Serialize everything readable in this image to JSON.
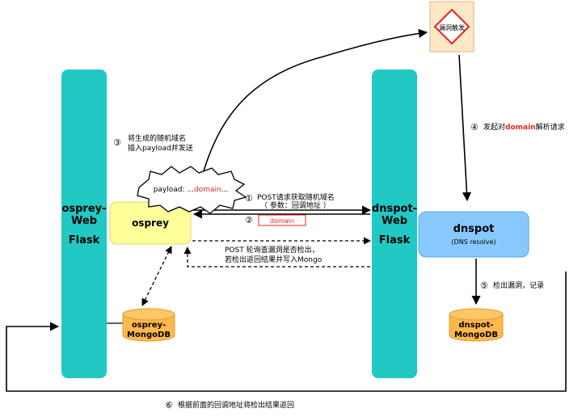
{
  "colors": {
    "bar": "#21c8c4",
    "osprey_box": "#ffff99",
    "dnspot_box": "#87c8ff",
    "db": "#ffb84d",
    "accent_red": "#e3251e",
    "trigger_box": "#ffe7c6",
    "arrow": "#000000"
  },
  "left_bar": {
    "line1": "osprey-",
    "line2": "Web",
    "line3": "Flask"
  },
  "right_bar": {
    "line1": "dnspot-",
    "line2": "Web",
    "line3": "Flask"
  },
  "osprey_box": {
    "label": "osprey"
  },
  "dnspot_box": {
    "label": "dnspot",
    "sublabel": "(DNS resolve)"
  },
  "osprey_db": {
    "line1": "osprey-",
    "line2": "MongoDB"
  },
  "dnspot_db": {
    "line1": "dnspot-",
    "line2": "MongoDB"
  },
  "trigger": {
    "label": "漏洞触发"
  },
  "payload_burst": {
    "prefix": "payload: ...",
    "domain": "domain",
    "suffix": "..."
  },
  "steps": {
    "s1_num": "①",
    "s1_line1": "POST请求获取随机域名",
    "s1_line2": "（ 参数：回调地址 ）",
    "s2_num": "②",
    "s2_domain": "domain",
    "s3_num": "③",
    "s3_line1": "将生成的随机域名",
    "s3_line2": "插入payload并发送",
    "s4_num": "④",
    "s4_pre": "发起对",
    "s4_domain": "domain",
    "s4_post": "解析请求",
    "s5_num": "⑤",
    "s5_text": "检出漏洞，记录",
    "s6_num": "⑥",
    "s6_text": "根据前面的回调地址将检出结果返回"
  },
  "poll": {
    "line1": "POST 轮询查漏洞是否检出，",
    "line2": "若检出返回结果并写入Mongo"
  }
}
